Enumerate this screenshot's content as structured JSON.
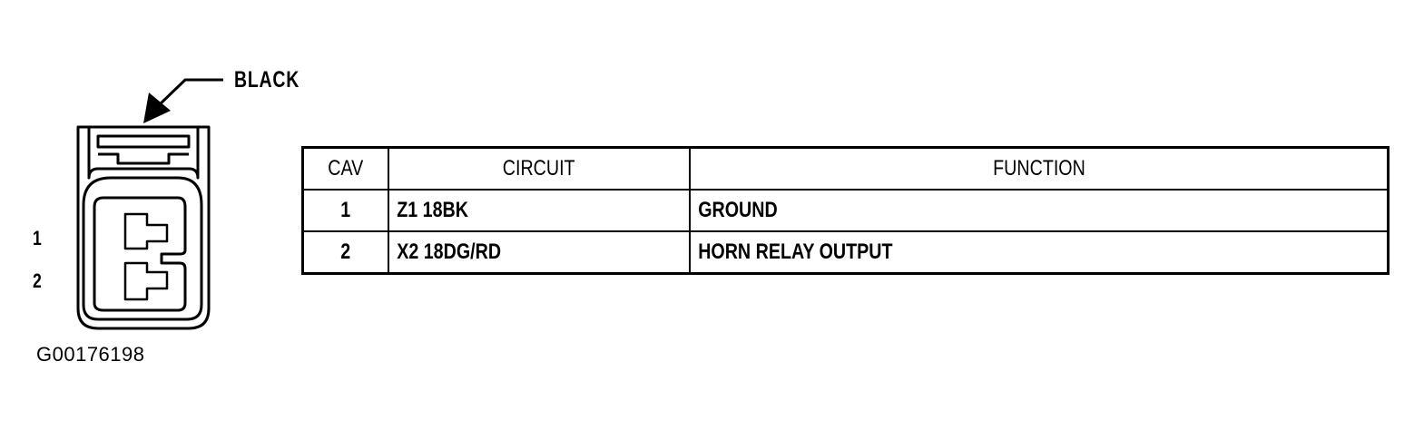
{
  "connector": {
    "color_label": "BLACK",
    "pins": [
      {
        "number": "1"
      },
      {
        "number": "2"
      }
    ]
  },
  "table": {
    "headers": {
      "cav": "CAV",
      "circuit": "CIRCUIT",
      "function": "FUNCTION"
    },
    "rows": [
      {
        "cav": "1",
        "circuit": "Z1 18BK",
        "function": "GROUND"
      },
      {
        "cav": "2",
        "circuit": "X2 18DG/RD",
        "function": "HORN RELAY OUTPUT"
      }
    ]
  },
  "figure_id": "G00176198"
}
